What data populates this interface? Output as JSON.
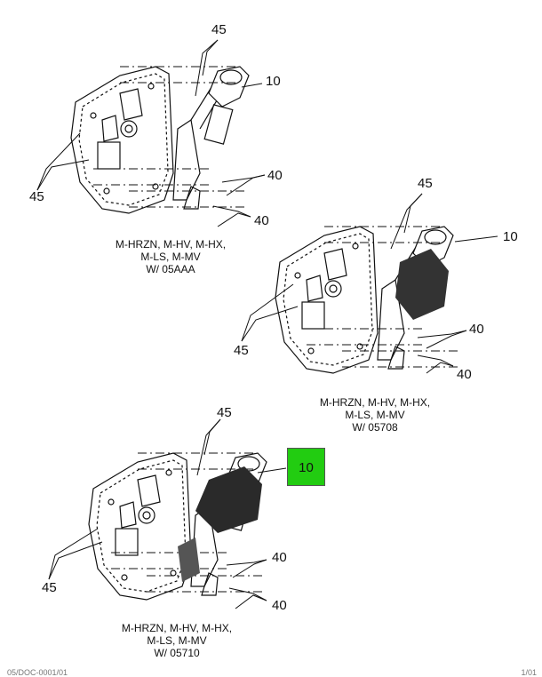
{
  "figures": [
    {
      "callouts": {
        "a": "45",
        "b": "10",
        "c": "40",
        "d": "40",
        "e": "45"
      },
      "caption": [
        "M-HRZN, M-HV, M-HX,",
        "M-LS, M-MV",
        "W/ 05AAA"
      ]
    },
    {
      "callouts": {
        "a": "45",
        "b": "10",
        "c": "40",
        "d": "40",
        "e": "45"
      },
      "caption": [
        "M-HRZN, M-HV, M-HX,",
        "M-LS, M-MV",
        "W/ 05708"
      ]
    },
    {
      "callouts": {
        "a": "45",
        "b": "10",
        "c": "40",
        "d": "40",
        "e": "45"
      },
      "caption": [
        "M-HRZN, M-HV, M-HX,",
        "M-LS, M-MV",
        "W/ 05710"
      ],
      "highlight_color": "#22cc11"
    }
  ],
  "footer": {
    "left": "05/DOC-0001/01",
    "right": "1/01"
  }
}
